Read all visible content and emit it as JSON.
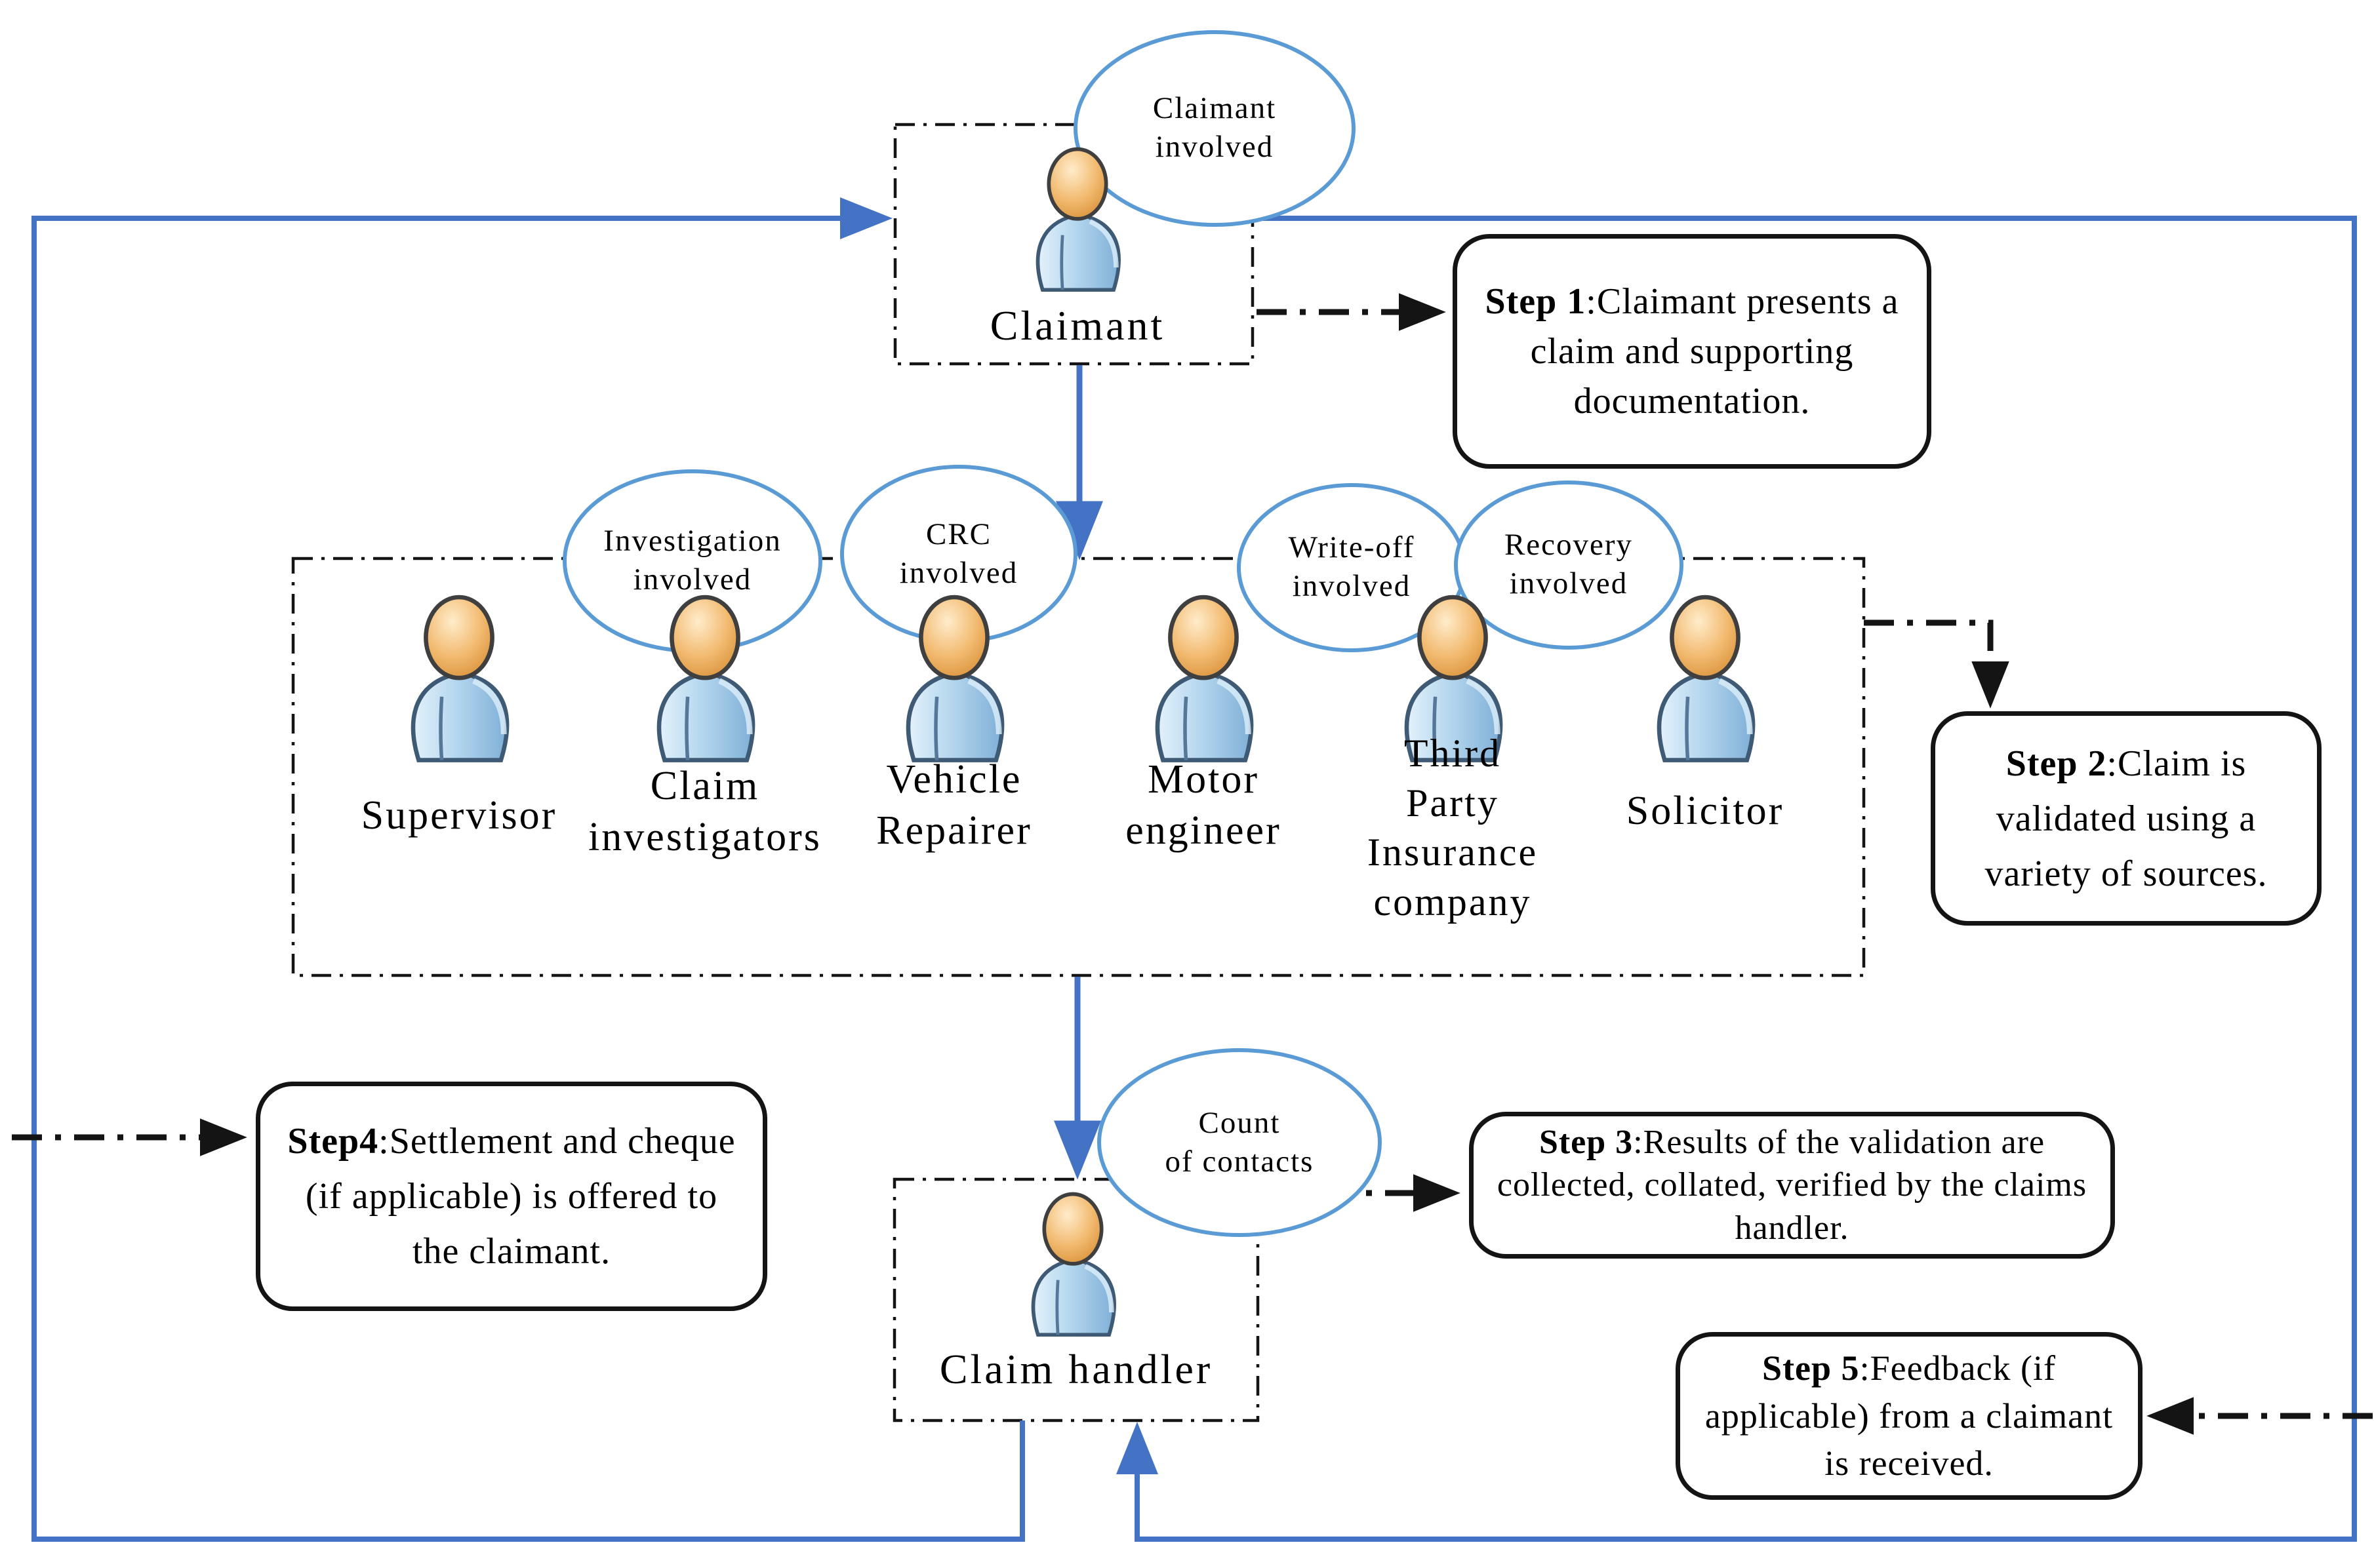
{
  "actors": {
    "claimant": "Claimant",
    "supervisor": "Supervisor",
    "claim_investigators": "Claim investigators",
    "vehicle_repairer": "Vehicle Repairer",
    "motor_engineer": "Motor engineer",
    "third_party": "Third Party Insurance company",
    "solicitor": "Solicitor",
    "claim_handler": "Claim handler"
  },
  "tags": {
    "claimant_involved": "Claimant\ninvolved",
    "investigation_involved": "Investigation\ninvolved",
    "crc_involved": "CRC\ninvolved",
    "write_off_involved": "Write-off\ninvolved",
    "recovery_involved": "Recovery\ninvolved",
    "count_of_contacts": "Count\nof contacts"
  },
  "steps": [
    {
      "label": "Step 1",
      "text": ":Claimant presents a claim and supporting documentation."
    },
    {
      "label": "Step 2",
      "text": ":Claim is validated using a variety of sources."
    },
    {
      "label": "Step 3",
      "text": ":Results of the validation are collected, collated, verified by the claims handler."
    },
    {
      "label": "Step4",
      "text": ":Settlement and cheque (if applicable) is offered to the claimant."
    },
    {
      "label": "Step 5",
      "text": ":Feedback (if applicable) from a claimant is received."
    }
  ],
  "colors": {
    "loop_blue": "#4472c4",
    "ellipse_blue": "#5b9bd5",
    "line_black": "#141414"
  }
}
